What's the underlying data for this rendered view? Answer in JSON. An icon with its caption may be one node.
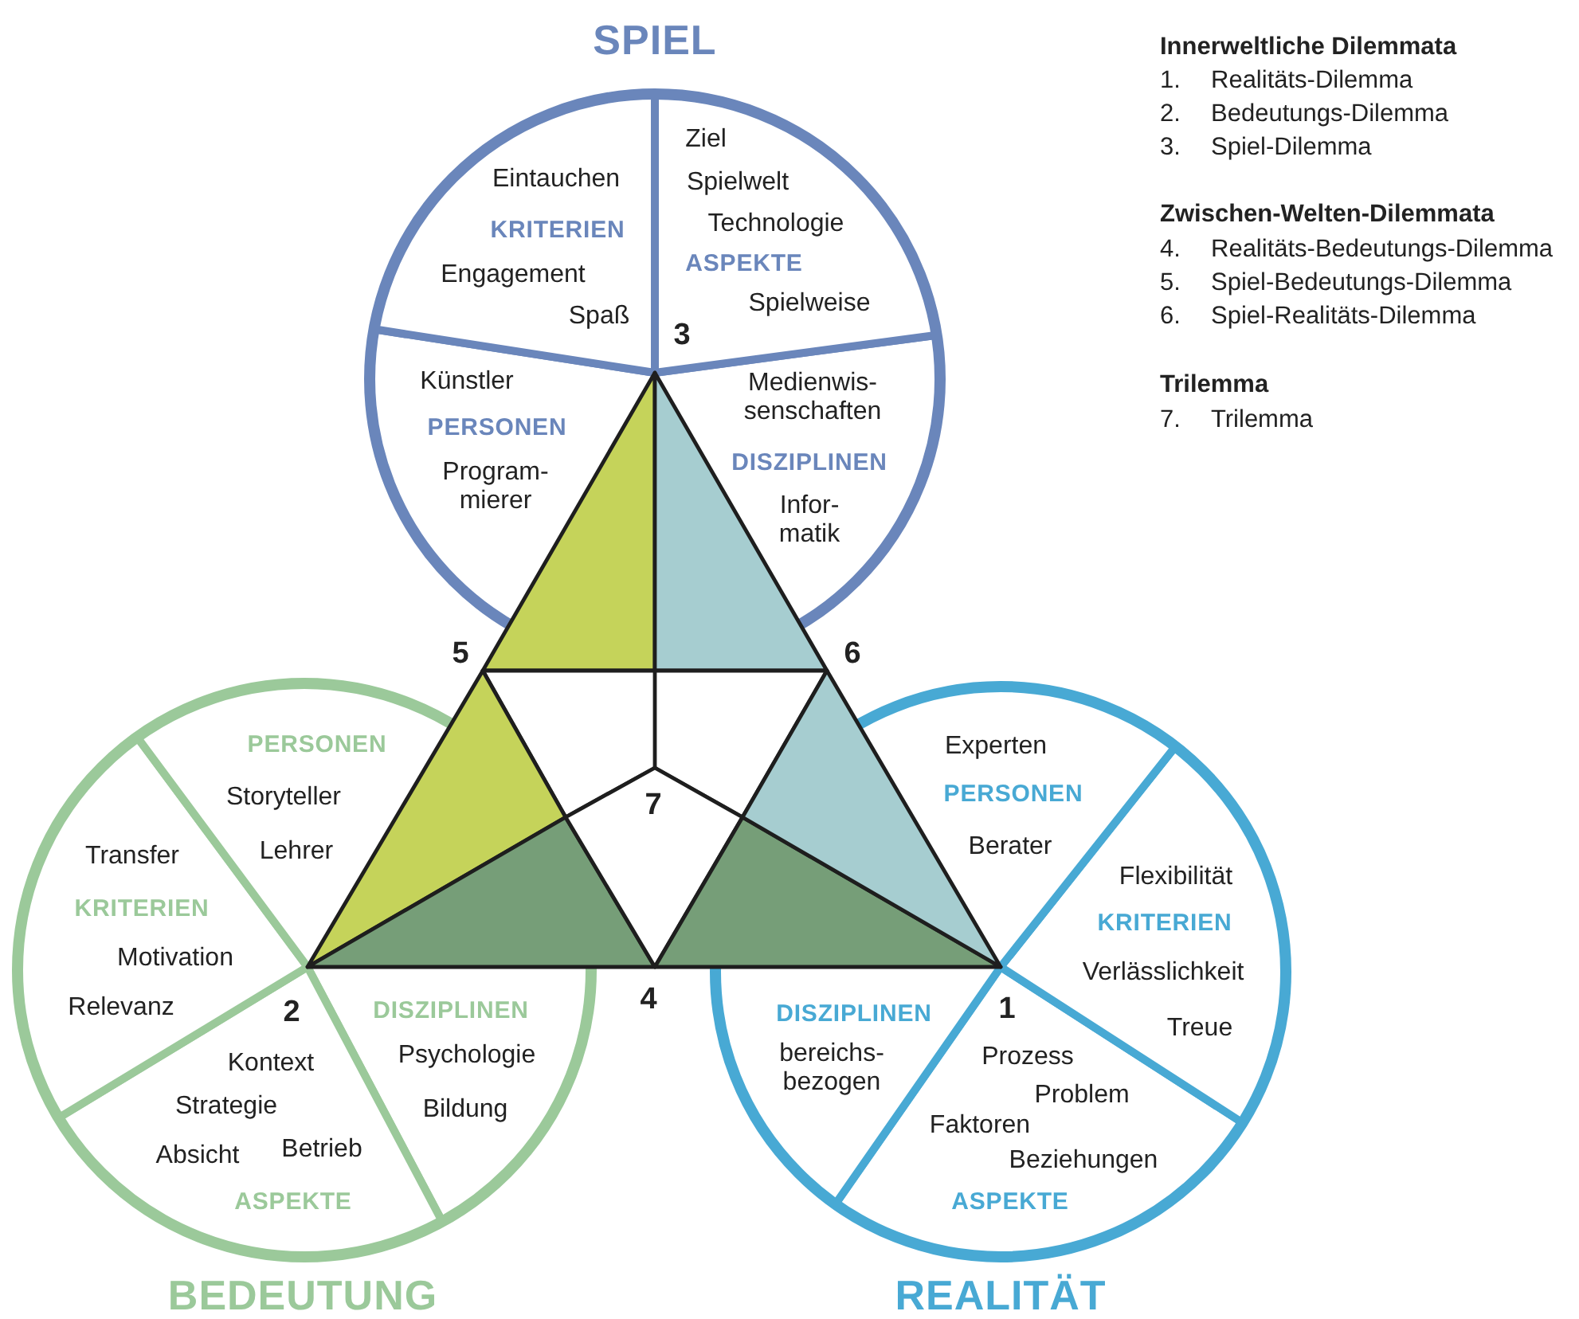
{
  "diagram": {
    "nodes": [
      {
        "text": [
          "SPIEL"
        ]
      },
      {
        "text": [
          "Eintauchen",
          "KRITERIEN",
          "Engagement",
          "Spaß"
        ],
        "in": 0
      },
      {
        "text": [
          "Ziel",
          "Spielwelt",
          "Technologie",
          "ASPEKTE",
          "Spielweise"
        ],
        "in": 0
      },
      {
        "text": [
          "Künstler",
          "PERSONEN",
          "Program- mierer"
        ],
        "in": 0
      },
      {
        "text": [
          "Medienwis- senschaften",
          "DISZIPLINEN",
          "Infor- matik"
        ],
        "in": 0
      },
      {
        "text": [
          "BEDEUTUNG"
        ]
      },
      {
        "text": [
          "PERSONEN",
          "Storyteller",
          "Lehrer"
        ],
        "in": 5
      },
      {
        "text": [
          "Transfer",
          "KRITERIEN",
          "Motivation",
          "Relevanz"
        ],
        "in": 5
      },
      {
        "text": [
          "Kontext",
          "Strategie",
          "Absicht",
          "Betrieb",
          "ASPEKTE"
        ],
        "in": 5
      },
      {
        "text": [
          "DISZIPLINEN",
          "Psychologie",
          "Bildung"
        ],
        "in": 5
      },
      {
        "text": [
          "REALITÄT"
        ]
      },
      {
        "text": [
          "Experten",
          "PERSONEN",
          "Berater"
        ],
        "in": 10
      },
      {
        "text": [
          "Flexibilität",
          "KRITERIEN",
          "Verlässlichkeit",
          "Treue"
        ],
        "in": 10
      },
      {
        "text": [
          "DISZIPLINEN",
          "bereichs- bezogen"
        ],
        "in": 10
      },
      {
        "text": [
          "Prozess",
          "Problem",
          "Faktoren",
          "Beziehungen",
          "ASPEKTE"
        ],
        "in": 10
      }
    ],
    "labels": [
      "3",
      "5",
      "6",
      "7",
      "2",
      "4",
      "1",
      "Innerweltliche Dilemmata",
      "1.",
      "Realitäts-Dilemma",
      "2.",
      "Bedeutungs-Dilemma",
      "3.",
      "Spiel-Dilemma",
      "Zwischen-Welten-Dilemmata",
      "4.",
      "Realitäts-Bedeutungs-Dilemma",
      "5.",
      "Spiel-Bedeutungs-Dilemma",
      "6.",
      "Spiel-Realitäts-Dilemma",
      "Trilemma",
      "7.",
      "Trilemma"
    ]
  }
}
